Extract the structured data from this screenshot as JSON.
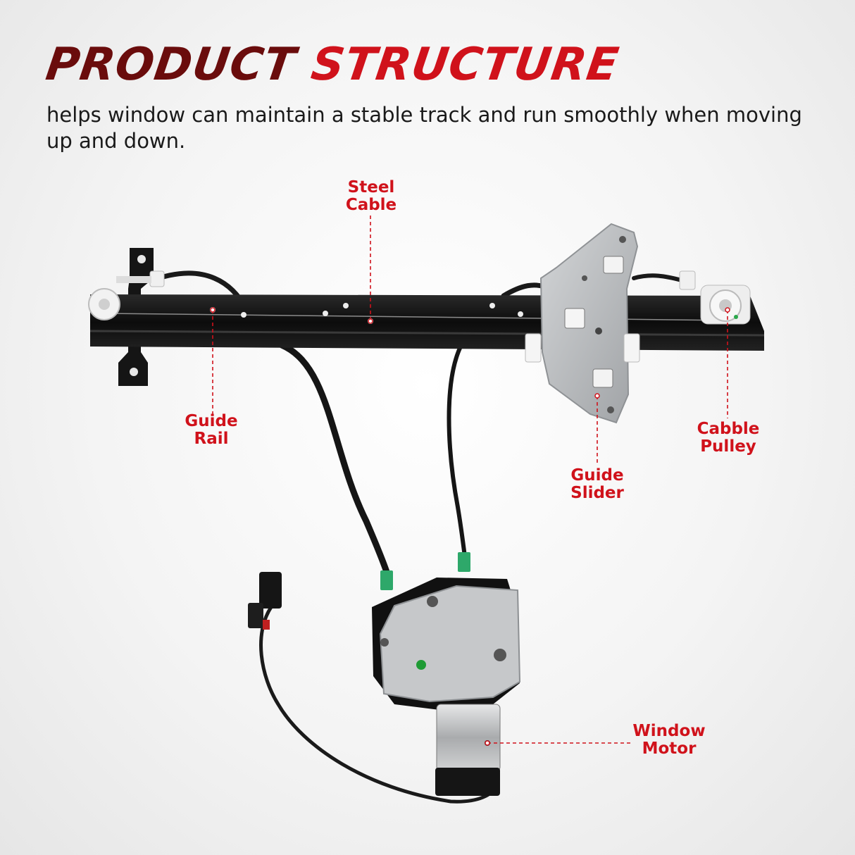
{
  "header": {
    "title_part1": "PRODUCT",
    "title_part2": "STRUCTURE",
    "subtitle": "helps window can maintain a stable track and run smoothly when moving up and down."
  },
  "callouts": {
    "steel_cable": "Steel\nCable",
    "guide_rail": "Guide\nRail",
    "cable_pulley": "Cabble\nPulley",
    "guide_slider": "Guide\nSlider",
    "window_motor": "Window\nMotor"
  },
  "colors": {
    "accent": "#d0121b",
    "title_dark": "#6a0c0c",
    "rail": "#141414",
    "plate": "#b9bcbf"
  }
}
